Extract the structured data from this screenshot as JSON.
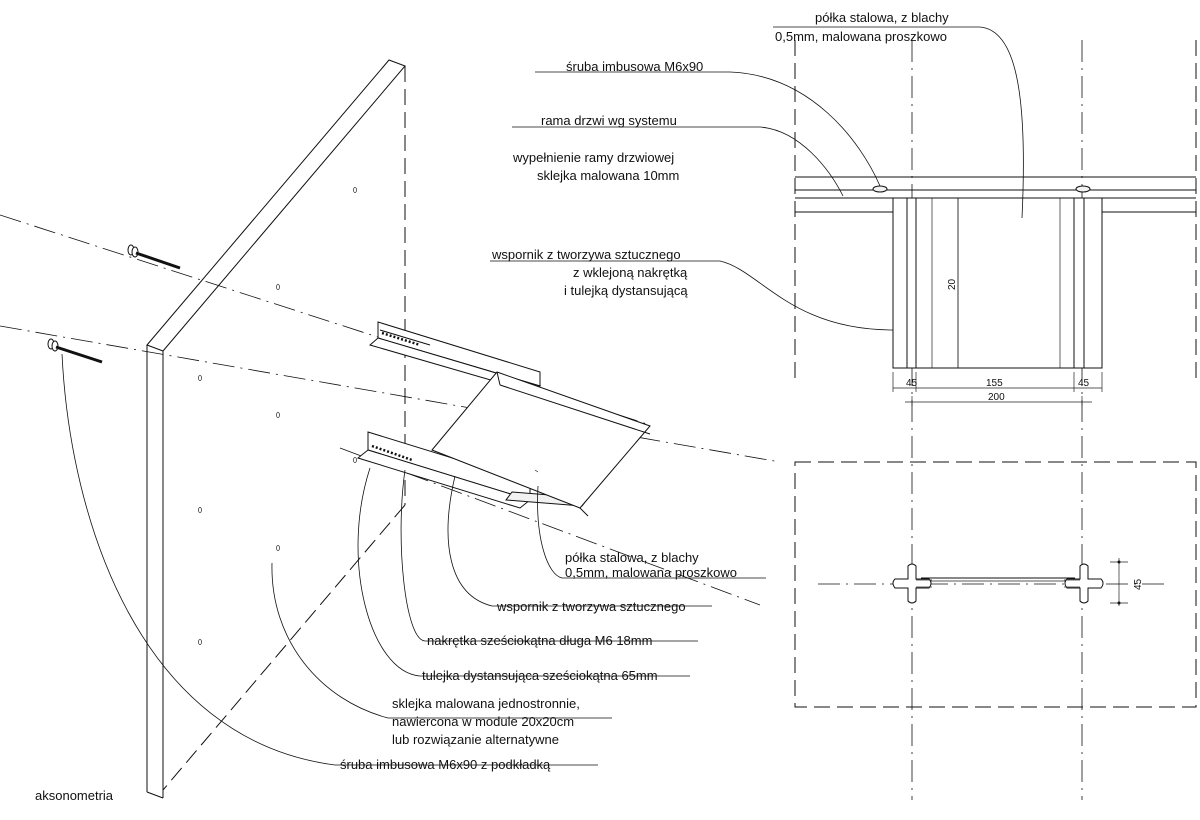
{
  "view_title": "aksonometria",
  "axonometric_labels": {
    "shelf": [
      "półka stalowa, z blachy",
      "0,5mm, malowana proszkowo"
    ],
    "bracket": "wspornik z tworzywa sztucznego",
    "nut": "nakrętka sześciokątna długa M6 18mm",
    "sleeve": "tulejka dystansująca sześciokątna 65mm",
    "plywood": [
      "sklejka malowana jednostronnie,",
      "nawiercona w module 20x20cm",
      "lub rozwiązanie alternatywne"
    ],
    "bolt": "śruba imbusowa M6x90 z podkładką"
  },
  "section_labels": {
    "shelf": [
      "półka stalowa, z blachy",
      "0,5mm, malowana proszkowo"
    ],
    "bolt": "śruba imbusowa M6x90",
    "door_frame": "rama drzwi wg systemu",
    "infill": [
      "wypełnienie ramy drzwiowej",
      "sklejka malowana 10mm"
    ],
    "bracket": [
      "wspornik z tworzywa sztucznego",
      "z wklejoną nakrętką",
      "i tulejką dystansującą"
    ]
  },
  "dimensions": {
    "height": "20",
    "left": "45",
    "middle": "155",
    "right": "45",
    "total": "200",
    "plan_depth": "45"
  }
}
